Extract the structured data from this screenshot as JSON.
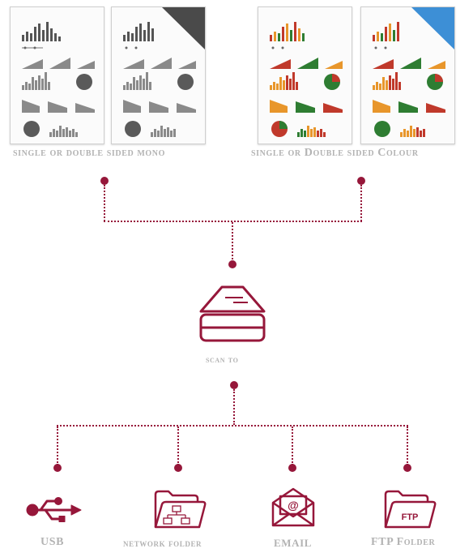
{
  "colors": {
    "accent": "#96173a",
    "label": "#b3b3b3",
    "mono_dark": "#555555",
    "mono_mid": "#8a8a8a",
    "colour_red": "#c0392b",
    "colour_green": "#2e7d32",
    "colour_orange": "#e8962b",
    "page_corner_blue": "#3d8fd6"
  },
  "documents": {
    "mono": {
      "label": "single or double sided mono"
    },
    "colour": {
      "label": "single or Double sided Colour"
    }
  },
  "scan": {
    "label": "scan to",
    "icon": "scanner-icon"
  },
  "destinations": [
    {
      "label": "USB",
      "icon": "usb-icon"
    },
    {
      "label": "network folder",
      "icon": "network-folder-icon"
    },
    {
      "label": "EMAIL",
      "icon": "email-icon",
      "glyph": "@"
    },
    {
      "label": "FTP Folder",
      "icon": "ftp-folder-icon",
      "glyph": "FTP"
    }
  ]
}
